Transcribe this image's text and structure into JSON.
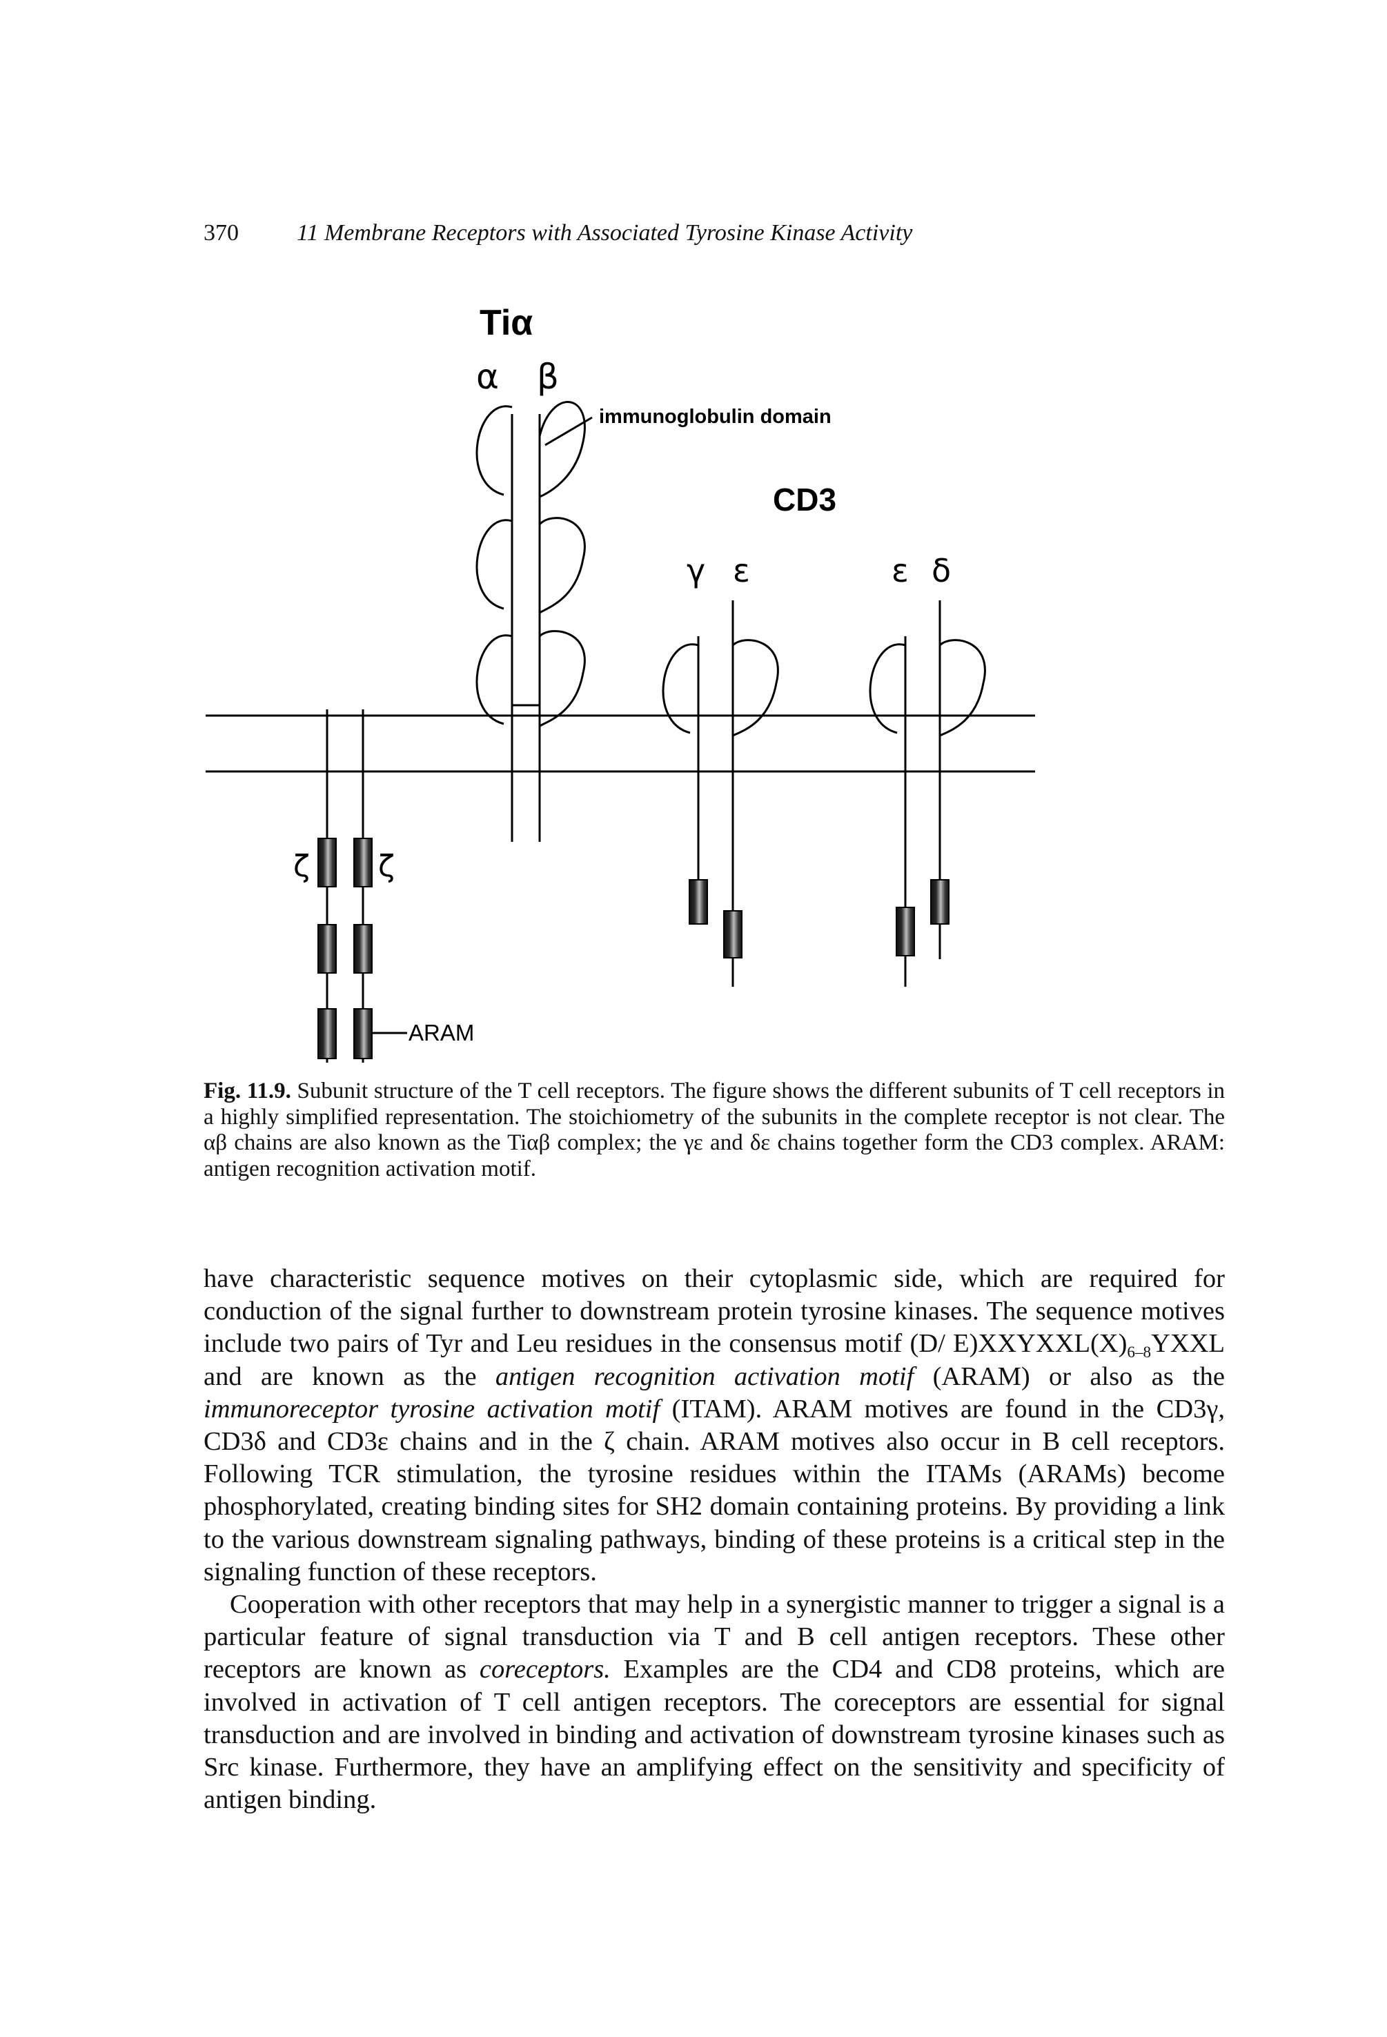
{
  "header": {
    "page_number": "370",
    "running_title": "11 Membrane Receptors with Associated Tyrosine Kinase Activity"
  },
  "figure": {
    "label_tia": "Tiα",
    "label_alpha": "α",
    "label_beta": "β",
    "label_ig_domain": "immunoglobulin domain",
    "label_cd3": "CD3",
    "label_gamma": "γ",
    "label_epsilon_1": "ε",
    "label_epsilon_2": "ε",
    "label_delta": "δ",
    "label_zeta_left": "ζ",
    "label_zeta_right": "ζ",
    "label_aram": "ARAM"
  },
  "caption": {
    "label": "Fig. 11.9.",
    "text": "Subunit structure of the T cell receptors. The figure shows the different subunits of T cell receptors in a highly simplified representation. The stoichiometry of the subunits in the complete receptor is not clear. The αβ chains are also known as the Tiαβ complex; the γε and δε chains together form the CD3 complex. ARAM: antigen recognition activation motif."
  },
  "body": {
    "p1_a": "have characteristic sequence motives on their cytoplasmic side, which are required for conduction of the signal further to downstream protein tyrosine kinases. The sequence motives include two pairs of Tyr and Leu residues in the consensus motif (D/ E)XXYXXL(X)",
    "p1_sub": "6–8",
    "p1_b": "YXXL and are known as the ",
    "p1_em1": "antigen recognition activation motif",
    "p1_c": " (ARAM) or also as the ",
    "p1_em2": "immunoreceptor tyrosine activation motif",
    "p1_d": " (ITAM). ARAM motives are found in the CD3γ, CD3δ and CD3ε chains and in the ζ chain. ARAM motives also occur in B cell receptors. Following TCR stimulation, the tyrosine residues within the ITAMs (ARAMs) become phosphorylated, creating binding sites for SH2 domain containing proteins. By providing a link to the various downstream signaling pathways, binding of these proteins is a critical step in the signaling function of these receptors.",
    "p2_a": "Cooperation with other receptors that may help in a synergistic manner to trigger a signal is a particular feature of signal transduction via T and B cell antigen receptors. These other receptors are known as ",
    "p2_em": "coreceptors.",
    "p2_b": " Examples are the CD4 and CD8 proteins, which are involved in activation of T cell antigen receptors. The coreceptors are essential for signal transduction and are involved in binding and activation of downstream tyrosine kinases such as Src kinase. Furthermore, they have an amplifying effect on the sensitivity and specificity of antigen binding."
  }
}
